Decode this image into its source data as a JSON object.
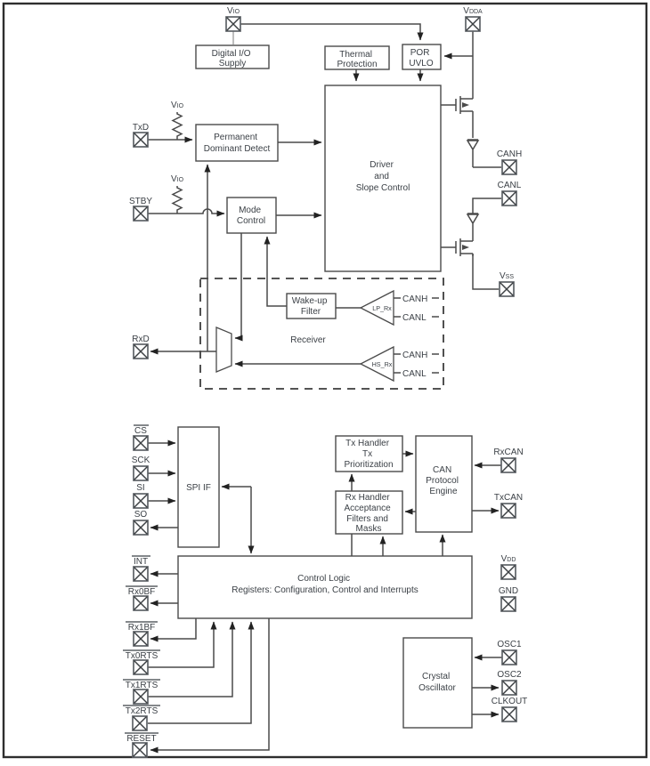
{
  "colors": {
    "wire": "#4a4a4a",
    "text": "#3b4046",
    "frame": "#2e2e2e",
    "pin": "#5f6368",
    "arrow": "#222222",
    "box": "#4a4a4a"
  },
  "transceiver": {
    "supply_pins": {
      "vio": {
        "base": "V",
        "sub": "IO"
      },
      "vdda": {
        "base": "V",
        "sub": "DDA"
      },
      "vss": {
        "base": "V",
        "sub": "SS"
      }
    },
    "io_pins": {
      "txd": "TxD",
      "stby": "STBY",
      "rxd": "RxD",
      "canh": "CANH",
      "canl": "CANL"
    },
    "boxes": {
      "digital_io_supply": {
        "line1": "Digital I/O",
        "line2": "Supply"
      },
      "thermal_protection": {
        "line1": "Thermal",
        "line2": "Protection"
      },
      "por_uvlo": {
        "line1": "POR",
        "line2": "UVLO"
      },
      "permanent_dominant_detect": {
        "line1": "Permanent",
        "line2": "Dominant Detect"
      },
      "mode_control": {
        "line1": "Mode",
        "line2": "Control"
      },
      "driver": {
        "line1": "Driver",
        "line2": "and",
        "line3": "Slope Control"
      },
      "wake_up_filter": {
        "line1": "Wake-up",
        "line2": "Filter"
      }
    },
    "receiver": {
      "label": "Receiver",
      "lp_rx": "LP_Rx",
      "hs_rx": "HS_Rx",
      "canh": "CANH",
      "canl": "CANL"
    }
  },
  "controller": {
    "spi_pins": {
      "cs": "CS",
      "sck": "SCK",
      "si": "SI",
      "so": "SO"
    },
    "status_pins": {
      "int": "INT",
      "rx0bf": "Rx0BF",
      "rx1bf": "Rx1BF",
      "tx0rts": "Tx0RTS",
      "tx1rts": "Tx1RTS",
      "tx2rts": "Tx2RTS",
      "reset": "RESET"
    },
    "right_pins": {
      "rxcan": "RxCAN",
      "txcan": "TxCAN",
      "vdd": {
        "base": "V",
        "sub": "DD"
      },
      "gnd": "GND",
      "osc1": "OSC1",
      "osc2": "OSC2",
      "clkout": "CLKOUT"
    },
    "boxes": {
      "spi_if": {
        "line1": "SPI IF"
      },
      "tx_handler": {
        "line1": "Tx Handler",
        "line2": "Tx",
        "line3": "Prioritization"
      },
      "rx_handler": {
        "line1": "Rx Handler",
        "line2": "Acceptance",
        "line3": "Filters and",
        "line4": "Masks"
      },
      "can_protocol_engine": {
        "line1": "CAN",
        "line2": "Protocol",
        "line3": "Engine"
      },
      "control_logic": {
        "line1": "Control Logic",
        "line2": "Registers: Configuration, Control and Interrupts"
      },
      "crystal_oscillator": {
        "line1": "Crystal",
        "line2": "Oscillator"
      }
    }
  }
}
